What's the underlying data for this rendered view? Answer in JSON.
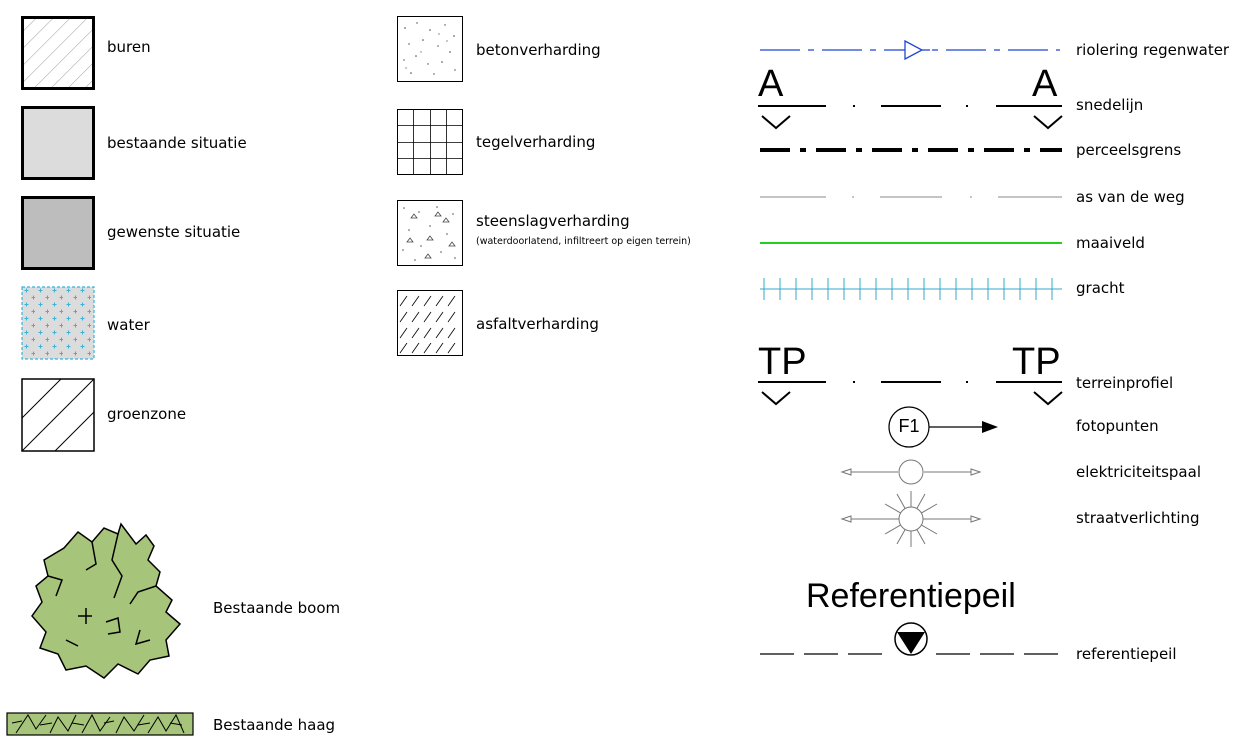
{
  "legend": {
    "zones": {
      "buren": "buren",
      "bestaande_situatie": "bestaande situatie",
      "gewenste_situatie": "gewenste situatie",
      "water": "water",
      "groenzone": "groenzone"
    },
    "pavements": {
      "beton": "betonverharding",
      "tegel": "tegelverharding",
      "steenslag": "steenslagverharding",
      "steenslag_note": "(waterdoorlatend, infiltreert op eigen terrein)",
      "asfalt": "asfaltverharding"
    },
    "vegetation": {
      "boom": "Bestaande boom",
      "haag": "Bestaande haag"
    },
    "lines": {
      "riolering": "riolering regenwater",
      "snedelijn": "snedelijn",
      "snede_mark": "A",
      "perceelsgrens": "perceelsgrens",
      "as_van_de_weg": "as van de weg",
      "maaiveld": "maaiveld",
      "gracht": "gracht",
      "terreinprofiel": "terreinprofiel",
      "tp_mark": "TP",
      "fotopunten": "fotopunten",
      "foto_mark": "F1",
      "elektriciteitspaal": "elektriciteitspaal",
      "straatverlichting": "straatverlichting",
      "referentiepeil_title": "Referentiepeil",
      "referentiepeil": "referentiepeil"
    },
    "colors": {
      "riolering": "#1f47d6",
      "maaiveld": "#22d11e",
      "gracht": "#33a9c9",
      "water_fill": "#dcdcdc",
      "water_mark": "#35b4dd",
      "bestaand_fill": "#dcdcdc",
      "gewenst_fill": "#bdbdbd",
      "tree_fill": "#a6c47a"
    }
  }
}
